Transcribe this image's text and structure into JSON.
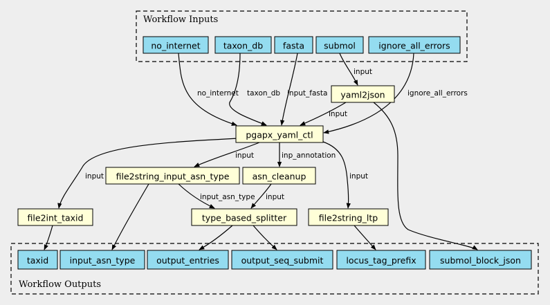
{
  "clusters": {
    "inputs": {
      "label": "Workflow Inputs"
    },
    "outputs": {
      "label": "Workflow Outputs"
    }
  },
  "nodes": {
    "no_internet": {
      "label": "no_internet",
      "kind": "io"
    },
    "taxon_db": {
      "label": "taxon_db",
      "kind": "io"
    },
    "fasta": {
      "label": "fasta",
      "kind": "io"
    },
    "submol": {
      "label": "submol",
      "kind": "io"
    },
    "ignore_all_errors": {
      "label": "ignore_all_errors",
      "kind": "io"
    },
    "yaml2json": {
      "label": "yaml2json",
      "kind": "step"
    },
    "pgapx_yaml_ctl": {
      "label": "pgapx_yaml_ctl",
      "kind": "step"
    },
    "file2string_input_asn_type": {
      "label": "file2string_input_asn_type",
      "kind": "step"
    },
    "asn_cleanup": {
      "label": "asn_cleanup",
      "kind": "step"
    },
    "file2int_taxid": {
      "label": "file2int_taxid",
      "kind": "step"
    },
    "type_based_splitter": {
      "label": "type_based_splitter",
      "kind": "step"
    },
    "file2string_ltp": {
      "label": "file2string_ltp",
      "kind": "step"
    },
    "taxid": {
      "label": "taxid",
      "kind": "io"
    },
    "input_asn_type": {
      "label": "input_asn_type",
      "kind": "io"
    },
    "output_entries": {
      "label": "output_entries",
      "kind": "io"
    },
    "output_seq_submit": {
      "label": "output_seq_submit",
      "kind": "io"
    },
    "locus_tag_prefix": {
      "label": "locus_tag_prefix",
      "kind": "io"
    },
    "submol_block_json": {
      "label": "submol_block_json",
      "kind": "io"
    }
  },
  "edges": [
    {
      "id": "e-submol-yaml2json",
      "from": "submol",
      "to": "yaml2json",
      "label": "input"
    },
    {
      "id": "e-no_internet-pgapx",
      "from": "no_internet",
      "to": "pgapx_yaml_ctl",
      "label": "no_internet"
    },
    {
      "id": "e-taxon_db-pgapx",
      "from": "taxon_db",
      "to": "pgapx_yaml_ctl",
      "label": "taxon_db"
    },
    {
      "id": "e-fasta-pgapx",
      "from": "fasta",
      "to": "pgapx_yaml_ctl",
      "label": "input_fasta"
    },
    {
      "id": "e-ignore-pgapx",
      "from": "ignore_all_errors",
      "to": "pgapx_yaml_ctl",
      "label": "ignore_all_errors"
    },
    {
      "id": "e-yaml2json-pgapx",
      "from": "yaml2json",
      "to": "pgapx_yaml_ctl",
      "label": "input"
    },
    {
      "id": "e-yaml2json-submol_block",
      "from": "yaml2json",
      "to": "submol_block_json",
      "label": ""
    },
    {
      "id": "e-pgapx-file2int",
      "from": "pgapx_yaml_ctl",
      "to": "file2int_taxid",
      "label": "input"
    },
    {
      "id": "e-pgapx-f2s_asn",
      "from": "pgapx_yaml_ctl",
      "to": "file2string_input_asn_type",
      "label": "input"
    },
    {
      "id": "e-pgapx-asn_cleanup",
      "from": "pgapx_yaml_ctl",
      "to": "asn_cleanup",
      "label": "inp_annotation"
    },
    {
      "id": "e-pgapx-f2s_ltp",
      "from": "pgapx_yaml_ctl",
      "to": "file2string_ltp",
      "label": "input"
    },
    {
      "id": "e-f2s_asn-splitter",
      "from": "file2string_input_asn_type",
      "to": "type_based_splitter",
      "label": "input_asn_type"
    },
    {
      "id": "e-asn_cleanup-splitter",
      "from": "asn_cleanup",
      "to": "type_based_splitter",
      "label": "input"
    },
    {
      "id": "e-f2s_asn-input_asn_type",
      "from": "file2string_input_asn_type",
      "to": "input_asn_type",
      "label": ""
    },
    {
      "id": "e-file2int-taxid",
      "from": "file2int_taxid",
      "to": "taxid",
      "label": ""
    },
    {
      "id": "e-splitter-entries",
      "from": "type_based_splitter",
      "to": "output_entries",
      "label": ""
    },
    {
      "id": "e-splitter-seq_submit",
      "from": "type_based_splitter",
      "to": "output_seq_submit",
      "label": ""
    },
    {
      "id": "e-f2s_ltp-locus",
      "from": "file2string_ltp",
      "to": "locus_tag_prefix",
      "label": ""
    }
  ]
}
